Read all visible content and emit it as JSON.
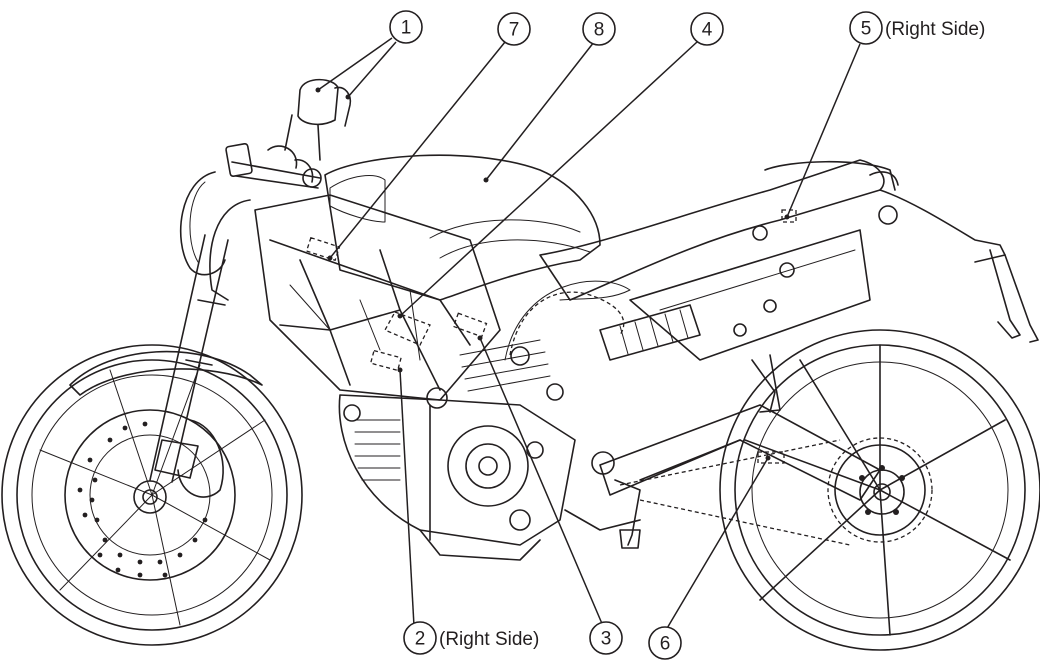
{
  "diagram": {
    "callouts": [
      {
        "number": "1",
        "note": ""
      },
      {
        "number": "7",
        "note": ""
      },
      {
        "number": "8",
        "note": ""
      },
      {
        "number": "4",
        "note": ""
      },
      {
        "number": "5",
        "note": "(Right Side)"
      },
      {
        "number": "2",
        "note": "(Right Side)"
      },
      {
        "number": "3",
        "note": ""
      },
      {
        "number": "6",
        "note": ""
      }
    ]
  }
}
